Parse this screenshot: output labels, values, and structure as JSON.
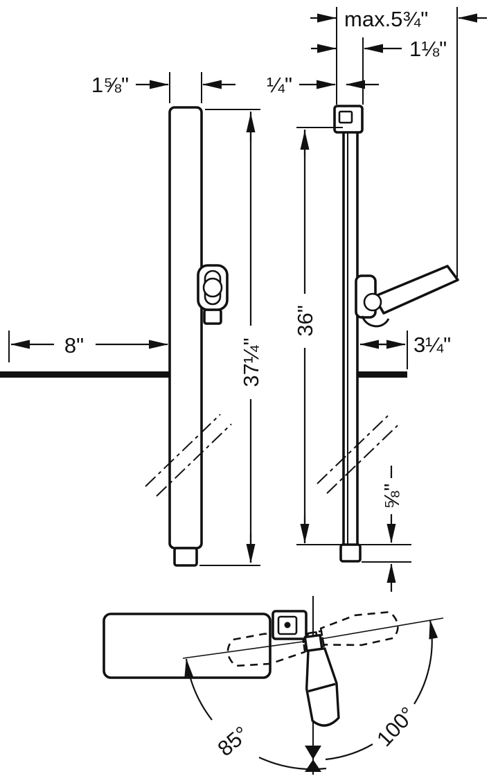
{
  "diagram": {
    "colors": {
      "line": "#111111",
      "background": "#ffffff"
    },
    "labels": {
      "bar_width": "1⅝\"",
      "gap_front": "¼\"",
      "max_depth": "max.5¾\"",
      "bracket_depth": "1⅛\"",
      "shelf_length": "8\"",
      "total_height": "37¼\"",
      "rail_length": "36\"",
      "holder_reach": "3¼\"",
      "end_cap_height": "⅝\"",
      "swivel_angle_left": "85°",
      "swivel_angle_right": "100°"
    }
  }
}
